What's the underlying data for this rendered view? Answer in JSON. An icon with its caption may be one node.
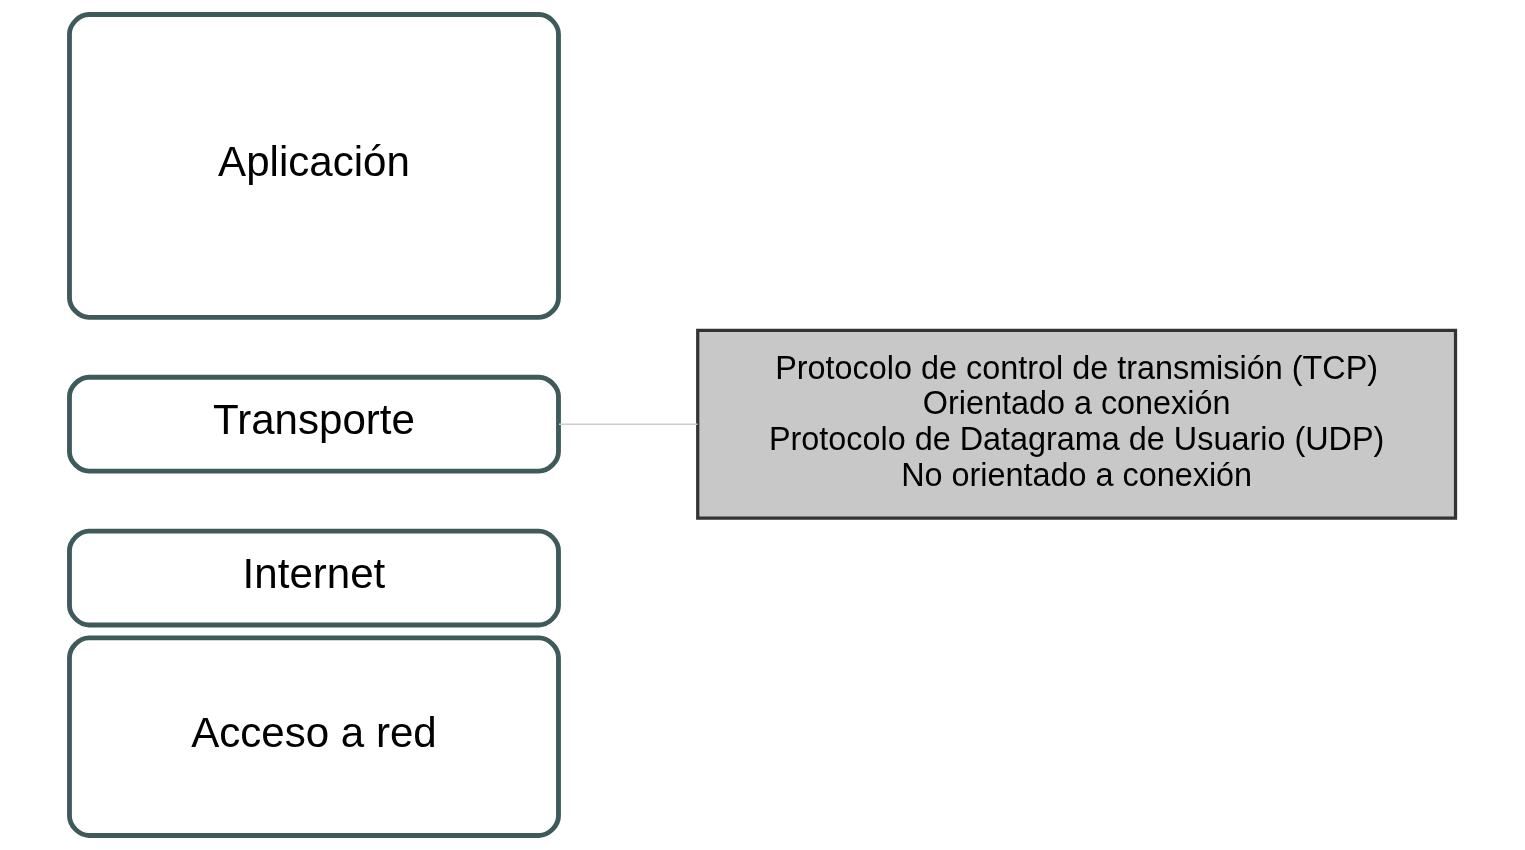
{
  "diagram": {
    "nodes": [
      {
        "text": [
          "Aplicación"
        ]
      },
      {
        "text": [
          "Transporte"
        ]
      },
      {
        "text": [
          "Internet"
        ]
      },
      {
        "text": [
          "Acceso a red"
        ]
      },
      {
        "text": [
          "Protocolo de control de transmisión (TCP)",
          "Orientado a conexión",
          "Protocolo de Datagrama de Usuario (UDP)",
          "No orientado a conexión"
        ]
      }
    ],
    "edges": [
      {
        "from": 1,
        "to": 4,
        "arrow": "none",
        "color": "#cccccc"
      }
    ]
  }
}
